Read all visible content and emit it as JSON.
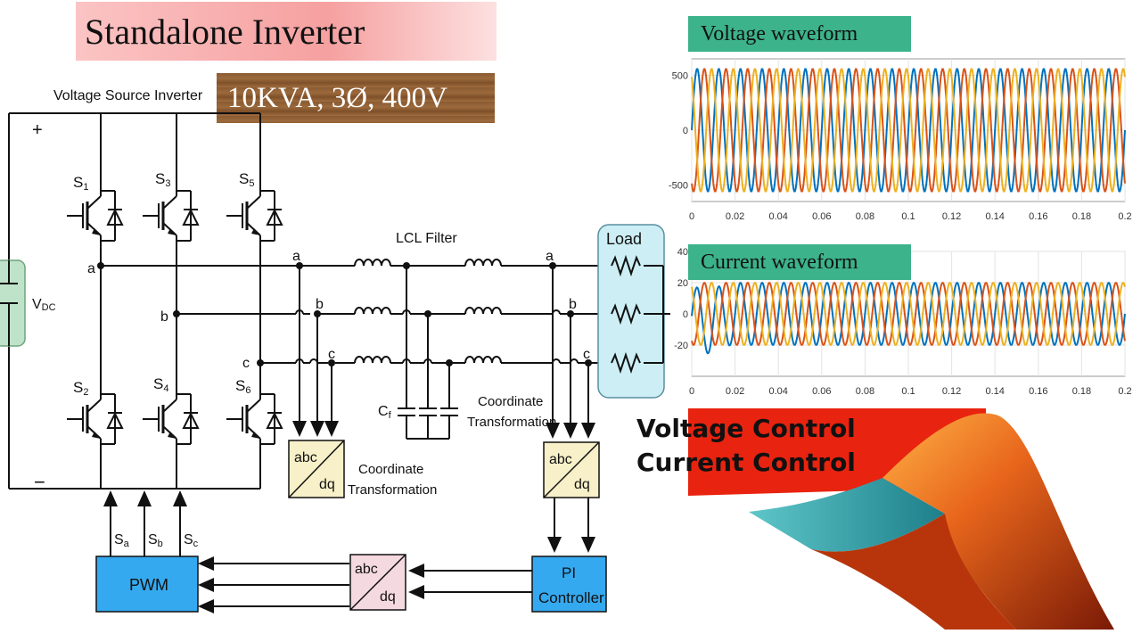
{
  "title": "Standalone Inverter",
  "spec": "10KVA, 3Ø, 400V",
  "circuit": {
    "vsi_label": "Voltage Source Inverter",
    "plus": "+",
    "minus": "−",
    "vdc_main": "V",
    "vdc_sub": "DC",
    "switches": [
      {
        "main": "S",
        "sub": "1"
      },
      {
        "main": "S",
        "sub": "3"
      },
      {
        "main": "S",
        "sub": "5"
      },
      {
        "main": "S",
        "sub": "2"
      },
      {
        "main": "S",
        "sub": "4"
      },
      {
        "main": "S",
        "sub": "6"
      }
    ],
    "phases": [
      "a",
      "b",
      "c"
    ],
    "filter_label": "LCL Filter",
    "load_label": "Load",
    "cf_main": "C",
    "cf_sub": "f",
    "abc": "abc",
    "dq": "dq",
    "coord1_line1": "Coordinate",
    "coord1_line2": "Transformation",
    "coord2_line1": "Coordinate",
    "coord2_line2": "Transformation",
    "gate_signals": [
      {
        "main": "S",
        "sub": "a"
      },
      {
        "main": "S",
        "sub": "b"
      },
      {
        "main": "S",
        "sub": "c"
      }
    ],
    "pwm_label": "PWM",
    "pi_line1": "PI",
    "pi_line2": "Controller"
  },
  "voltage_tag": "Voltage waveform",
  "current_tag": "Current waveform",
  "control_lines": [
    "Voltage Control",
    "Current Control"
  ],
  "colors": {
    "phase_a": "#0072BD",
    "phase_b": "#D95319",
    "phase_c": "#EDB120",
    "block_blue": "#35a9ef",
    "load_fill": "#cdeef5",
    "pink_block": "#f5d9e0",
    "tan_block": "#f7f0c8"
  },
  "chart_data": [
    {
      "type": "line",
      "title": "Voltage waveform",
      "xlim": [
        0,
        0.2
      ],
      "ylim": [
        -650,
        650
      ],
      "xticks": [
        "0",
        "0.02",
        "0.04",
        "0.06",
        "0.08",
        "0.1",
        "0.12",
        "0.14",
        "0.16",
        "0.18",
        "0.2"
      ],
      "yticks": [
        "500",
        "0",
        "-500"
      ],
      "frequency_hz": 100,
      "series": [
        {
          "amplitude": 560,
          "phase_deg": 0,
          "color": "#0072BD"
        },
        {
          "amplitude": 560,
          "phase_deg": -120,
          "color": "#D95319"
        },
        {
          "amplitude": 560,
          "phase_deg": 120,
          "color": "#EDB120"
        }
      ]
    },
    {
      "type": "line",
      "title": "Current waveform",
      "xlim": [
        0,
        0.2
      ],
      "ylim": [
        -40,
        40
      ],
      "xticks": [
        "0",
        "0.02",
        "0.04",
        "0.06",
        "0.08",
        "0.1",
        "0.12",
        "0.14",
        "0.16",
        "0.18",
        "0.2"
      ],
      "yticks": [
        "40",
        "20",
        "0",
        "-20"
      ],
      "frequency_hz": 100,
      "series": [
        {
          "amplitude": 20,
          "phase_deg": 0,
          "color": "#0072BD"
        },
        {
          "amplitude": 20,
          "phase_deg": -120,
          "color": "#D95319"
        },
        {
          "amplitude": 20,
          "phase_deg": 120,
          "color": "#EDB120"
        }
      ],
      "transient": {
        "peak": -29,
        "at_x": 0.007
      }
    }
  ]
}
